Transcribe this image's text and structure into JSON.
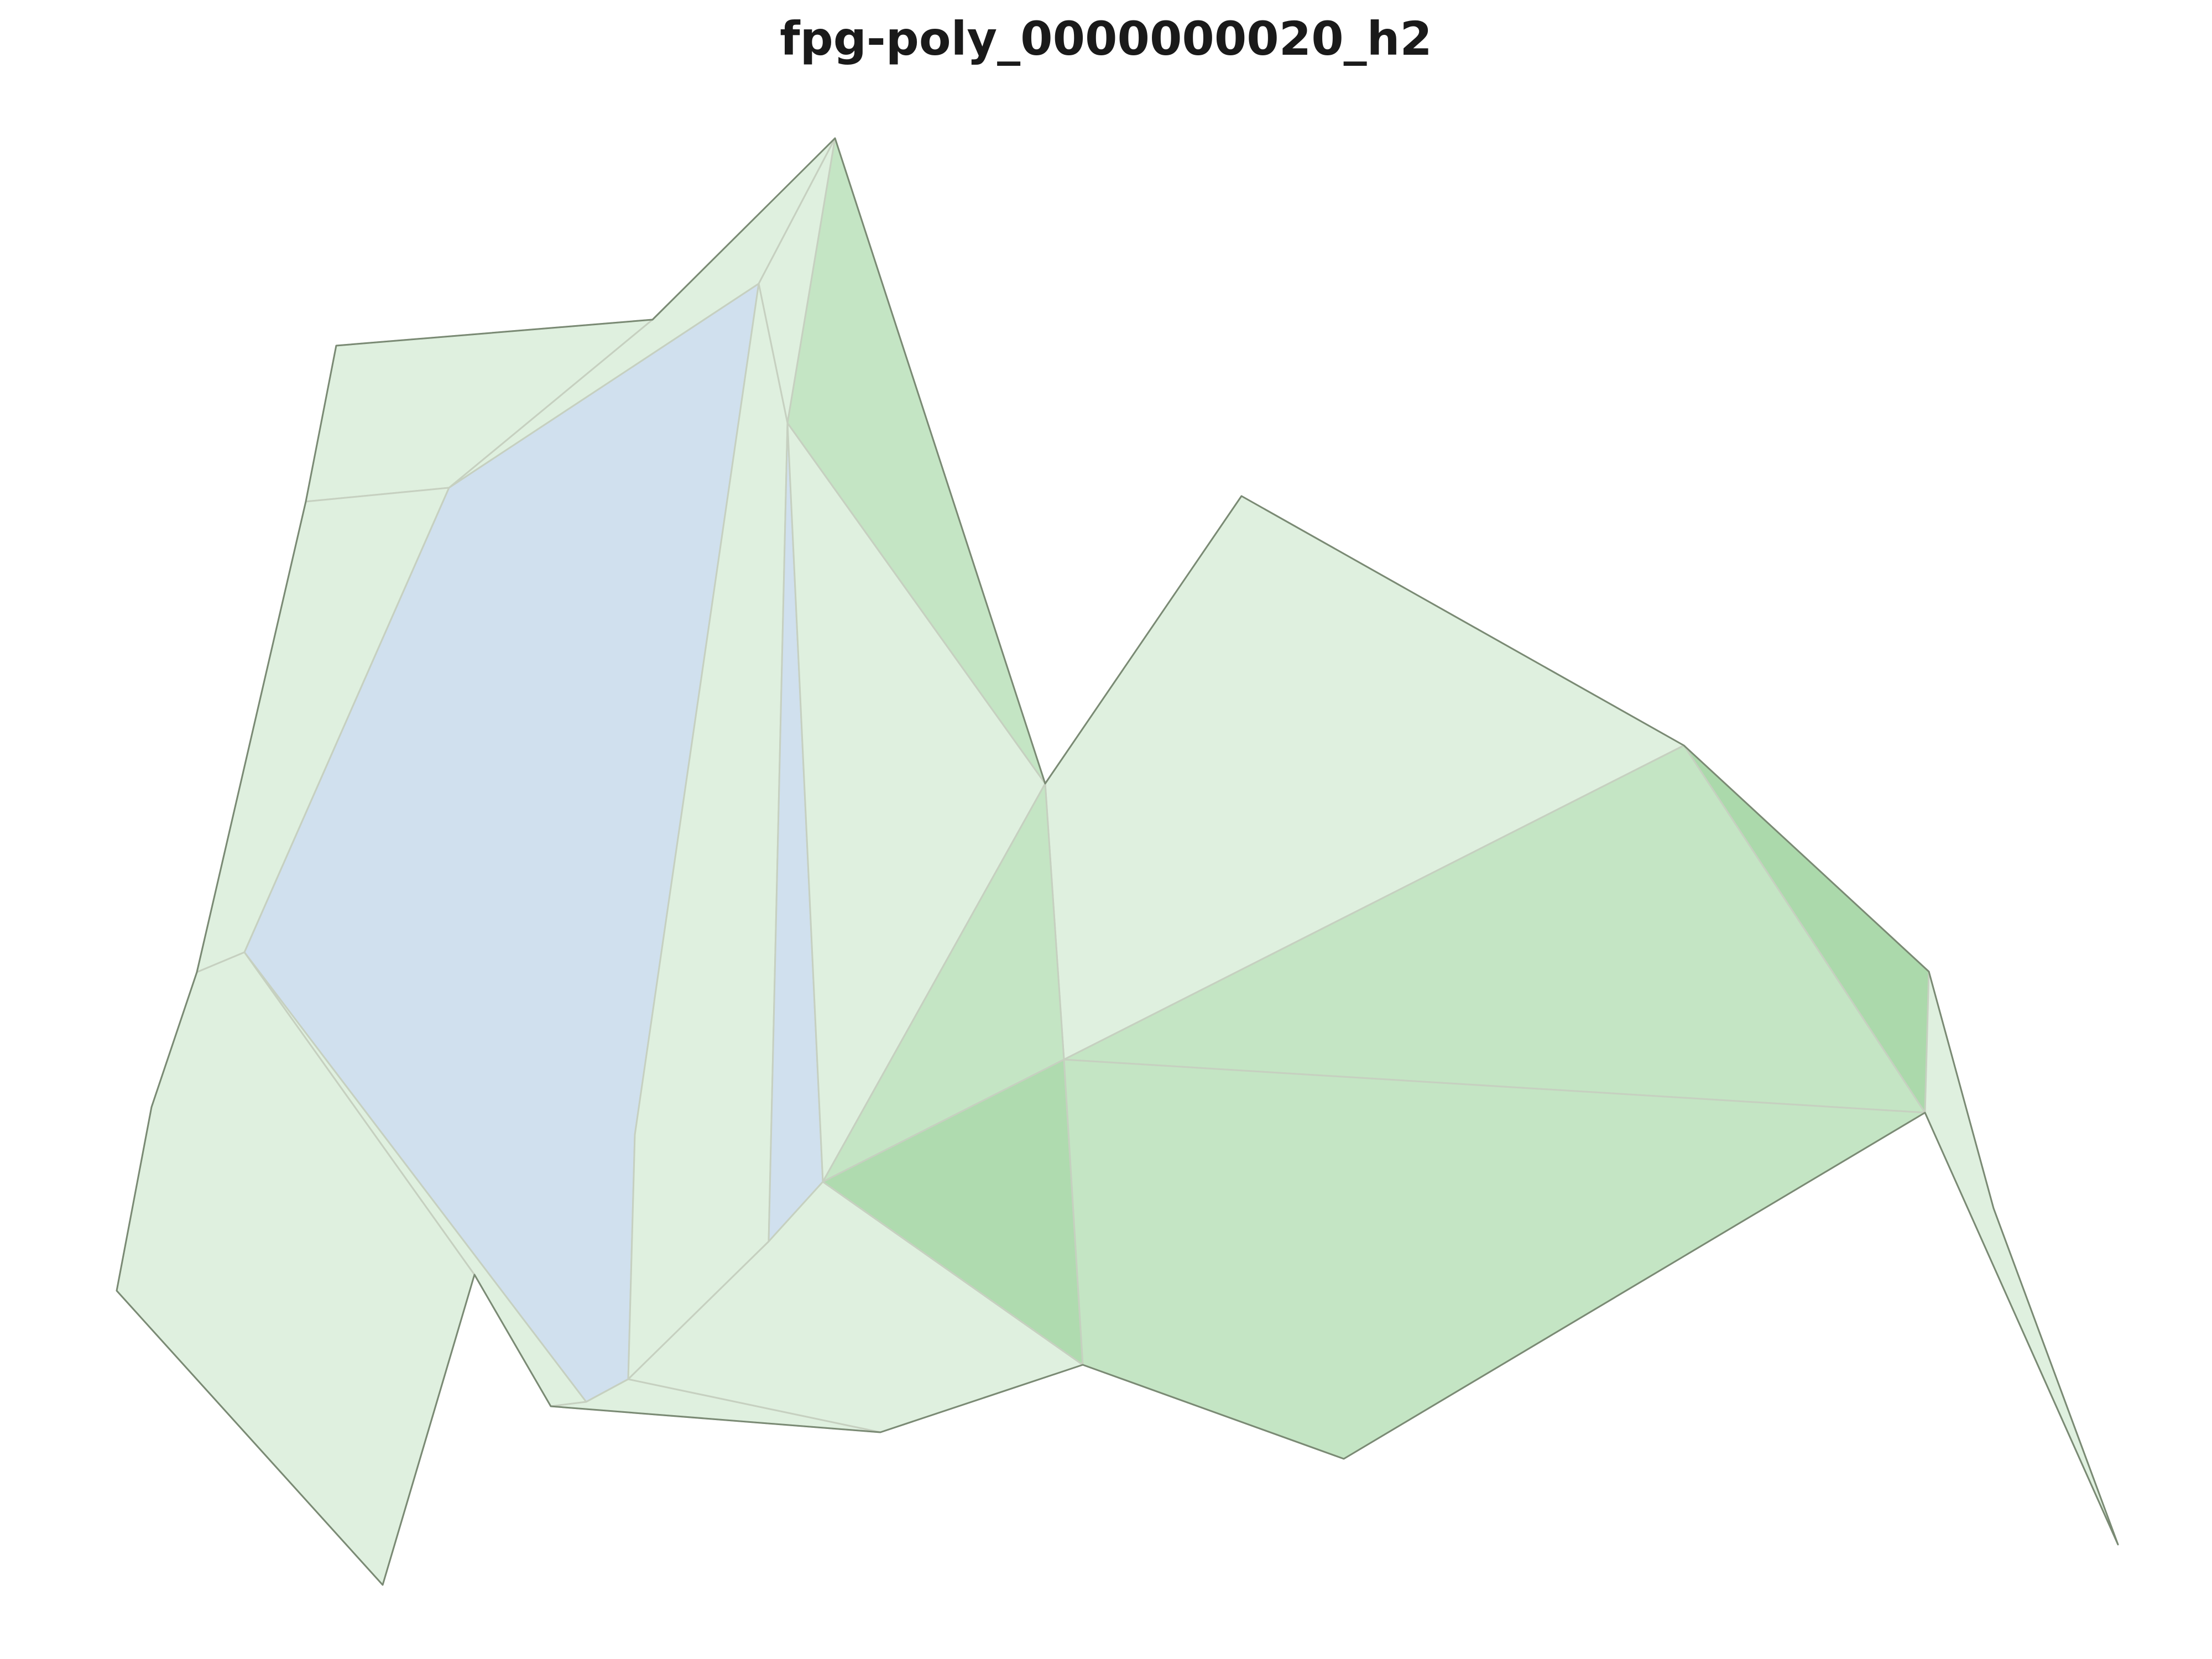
{
  "title": "fpg-poly_0000000020_h2",
  "colors": {
    "background": "#ffffff",
    "light_green": "#dcefdc",
    "mid_green": "#bfe3bf",
    "dark_green": "#a8d8a8",
    "light_blue": "#ccdded",
    "outline": "#7a8a74",
    "inner_edge": "#c6d0c0"
  },
  "polygons": [
    {
      "name": "top-left-quad",
      "fill": "light_green"
    },
    {
      "name": "top-strip-triangle",
      "fill": "light_green"
    },
    {
      "name": "apex-thin-triangle",
      "fill": "light_green"
    },
    {
      "name": "apex-dark-triangle",
      "fill": "mid_green"
    },
    {
      "name": "left-upper-triangle",
      "fill": "light_green"
    },
    {
      "name": "left-wedge",
      "fill": "light_green"
    },
    {
      "name": "large-blue-face",
      "fill": "light_blue"
    },
    {
      "name": "left-bottom-polygon",
      "fill": "light_green"
    },
    {
      "name": "bottom-sliver",
      "fill": "light_green"
    },
    {
      "name": "central-strip",
      "fill": "light_green"
    },
    {
      "name": "thin-blue-face",
      "fill": "light_blue"
    },
    {
      "name": "central-triangle",
      "fill": "light_green"
    },
    {
      "name": "bottom-center-face",
      "fill": "light_green"
    },
    {
      "name": "right-upper-face",
      "fill": "light_green"
    },
    {
      "name": "right-middle-face",
      "fill": "mid_green"
    },
    {
      "name": "overlap-upper-triangle",
      "fill": "mid_green"
    },
    {
      "name": "overlap-dark-quad",
      "fill": "dark_green"
    },
    {
      "name": "right-lower-face",
      "fill": "mid_green"
    },
    {
      "name": "right-dark-triangle",
      "fill": "dark_green"
    },
    {
      "name": "right-tail",
      "fill": "light_green"
    }
  ]
}
